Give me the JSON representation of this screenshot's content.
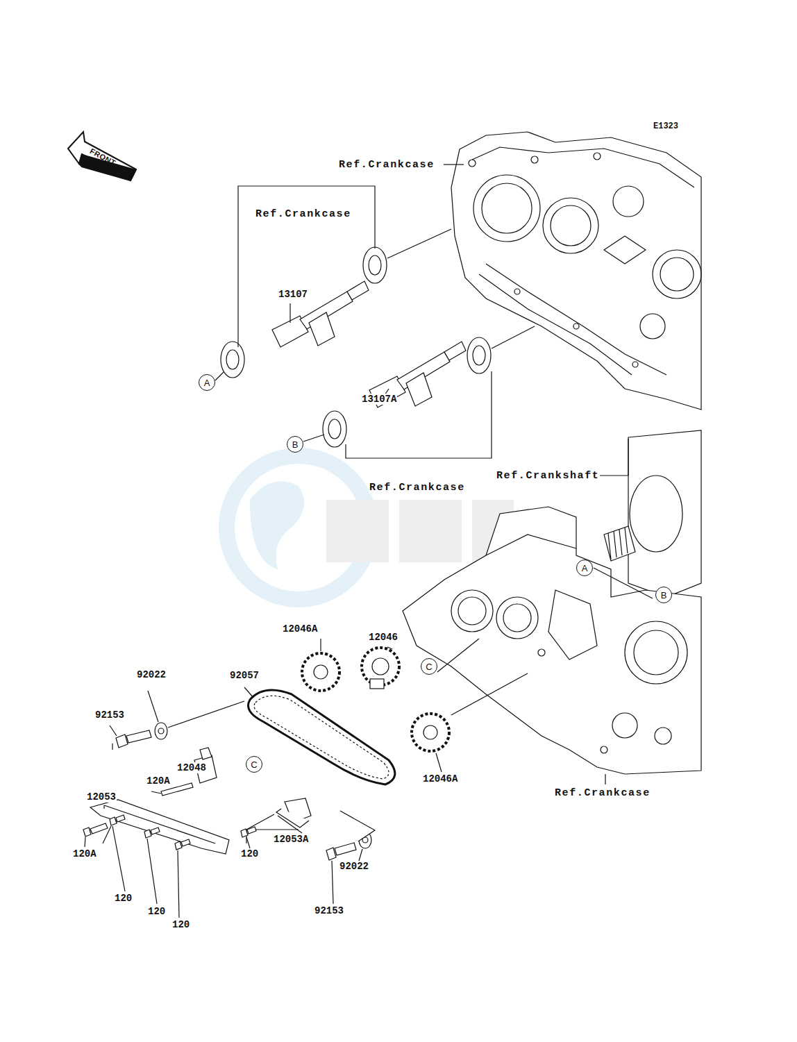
{
  "diagram": {
    "nodes": [
      {
        "text": [
          "FRONT"
        ]
      },
      {
        "text": [
          "A"
        ]
      },
      {
        "text": [
          "B"
        ]
      },
      {
        "text": [
          "A"
        ]
      },
      {
        "text": [
          "B"
        ]
      },
      {
        "text": [
          "C"
        ]
      },
      {
        "text": [
          "C"
        ]
      }
    ],
    "labels": [
      "E1323",
      "Ref.Crankcase",
      "Ref.Crankcase",
      "Ref.Crankcase",
      "Ref.Crankshaft",
      "Ref.Crankcase",
      "13107",
      "13107A",
      "12046A",
      "12046",
      "92057",
      "92022",
      "92153",
      "12048",
      "120A",
      "12053",
      "120A",
      "120",
      "12053A",
      "12046A",
      "92022",
      "92153",
      "120",
      "120",
      "120"
    ]
  }
}
